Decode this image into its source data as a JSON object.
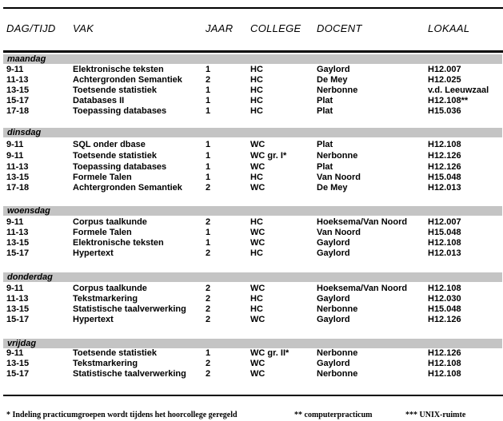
{
  "headers": [
    "DAG/TIJD",
    "VAK",
    "JAAR",
    "COLLEGE",
    "DOCENT",
    "LOKAAL"
  ],
  "days": [
    {
      "name": "maandag",
      "rows": [
        [
          "9-11",
          "Elektronische teksten",
          "1",
          "HC",
          "Gaylord",
          "H12.007"
        ],
        [
          "11-13",
          "Achtergronden Semantiek",
          "2",
          "HC",
          "De Mey",
          "H12.025"
        ],
        [
          "13-15",
          "Toetsende statistiek",
          "1",
          "HC",
          "Nerbonne",
          "v.d. Leeuwzaal"
        ],
        [
          "15-17",
          "Databases II",
          "1",
          "HC",
          "Plat",
          "H12.108**"
        ],
        [
          "17-18",
          "Toepassing databases",
          "1",
          "HC",
          "Plat",
          "H15.036"
        ]
      ]
    },
    {
      "name": "dinsdag",
      "rows": [
        [
          "9-11",
          "SQL onder dbase",
          "1",
          "WC",
          "Plat",
          "H12.108"
        ],
        [
          "9-11",
          "Toetsende statistiek",
          "1",
          "WC gr. I*",
          "Nerbonne",
          "H12.126"
        ],
        [
          "11-13",
          "Toepassing databases",
          "1",
          "WC",
          "Plat",
          "H12.126"
        ],
        [
          "13-15",
          "Formele Talen",
          "1",
          "HC",
          "Van Noord",
          "H15.048"
        ],
        [
          "17-18",
          "Achtergronden Semantiek",
          "2",
          "WC",
          "De Mey",
          "H12.013"
        ]
      ]
    },
    {
      "name": "woensdag",
      "rows": [
        [
          "9-11",
          "Corpus taalkunde",
          "2",
          "HC",
          "Hoeksema/Van Noord",
          "H12.007"
        ],
        [
          "11-13",
          "Formele Talen",
          "1",
          "WC",
          "Van Noord",
          "H15.048"
        ],
        [
          "13-15",
          "Elektronische teksten",
          "1",
          "WC",
          "Gaylord",
          "H12.108"
        ],
        [
          "15-17",
          "Hypertext",
          "2",
          "HC",
          "Gaylord",
          "H12.013"
        ]
      ]
    },
    {
      "name": "donderdag",
      "rows": [
        [
          "9-11",
          "Corpus taalkunde",
          "2",
          "WC",
          "Hoeksema/Van Noord",
          "H12.108"
        ],
        [
          "11-13",
          "Tekstmarkering",
          "2",
          "HC",
          "Gaylord",
          "H12.030"
        ],
        [
          "13-15",
          "Statistische taalverwerking",
          "2",
          "HC",
          "Nerbonne",
          "H15.048"
        ],
        [
          "15-17",
          "Hypertext",
          "2",
          "WC",
          "Gaylord",
          "H12.126"
        ]
      ]
    },
    {
      "name": "vrijdag",
      "rows": [
        [
          "9-11",
          "Toetsende statistiek",
          "1",
          "WC gr. II*",
          "Nerbonne",
          "H12.126"
        ],
        [
          "13-15",
          "Tekstmarkering",
          "2",
          "WC",
          "Gaylord",
          "H12.108"
        ],
        [
          "15-17",
          "Statistische taalverwerking",
          "2",
          "WC",
          "Nerbonne",
          "H12.108"
        ]
      ]
    }
  ],
  "footnotes": [
    "* Indeling practicumgroepen wordt tijdens het hoorcollege geregeld",
    "** computerpracticum",
    "*** UNIX-ruimte"
  ],
  "colors": {
    "day_bar": "#c4c4c4",
    "text": "#000000"
  }
}
